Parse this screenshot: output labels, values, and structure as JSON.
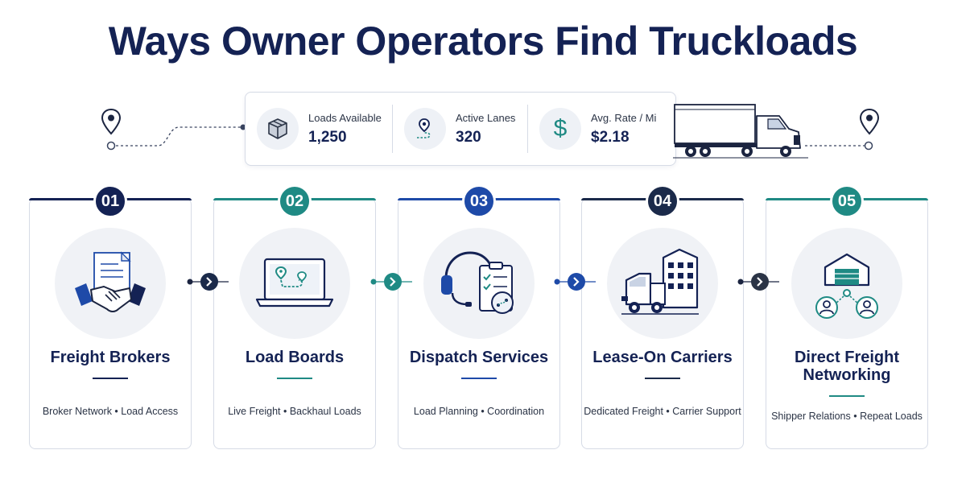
{
  "title": "Ways Owner Operators Find Truckloads",
  "stats": [
    {
      "label": "Loads Available",
      "value": "1,250",
      "icon": "box-icon"
    },
    {
      "label": "Active Lanes",
      "value": "320",
      "icon": "route-icon"
    },
    {
      "label": "Avg. Rate / Mi",
      "value": "$2.18",
      "icon": "dollar-icon"
    }
  ],
  "cards": [
    {
      "number": "01",
      "title": "Freight Brokers",
      "subtitle": "Broker Network • Load Access",
      "color": "#142254",
      "icon": "handshake-icon"
    },
    {
      "number": "02",
      "title": "Load Boards",
      "subtitle": "Live Freight • Backhaul Loads",
      "color": "#1f8a84",
      "icon": "laptop-map-icon"
    },
    {
      "number": "03",
      "title": "Dispatch Services",
      "subtitle": "Load Planning • Coordination",
      "color": "#1e4aa8",
      "icon": "headset-checklist-icon"
    },
    {
      "number": "04",
      "title": "Lease-On Carriers",
      "subtitle": "Dedicated Freight • Carrier Support",
      "color": "#1b2a4a",
      "icon": "truck-building-icon"
    },
    {
      "number": "05",
      "title": "Direct Freight Networking",
      "title_line1": "Direct Freight",
      "title_line2": "Networking",
      "subtitle": "Shipper Relations • Repeat Loads",
      "color": "#1f8a84",
      "icon": "warehouse-network-icon"
    }
  ],
  "colors": {
    "navy": "#142254",
    "teal": "#1f8a84",
    "blue": "#1e4aa8",
    "border": "#d6dbe6"
  }
}
